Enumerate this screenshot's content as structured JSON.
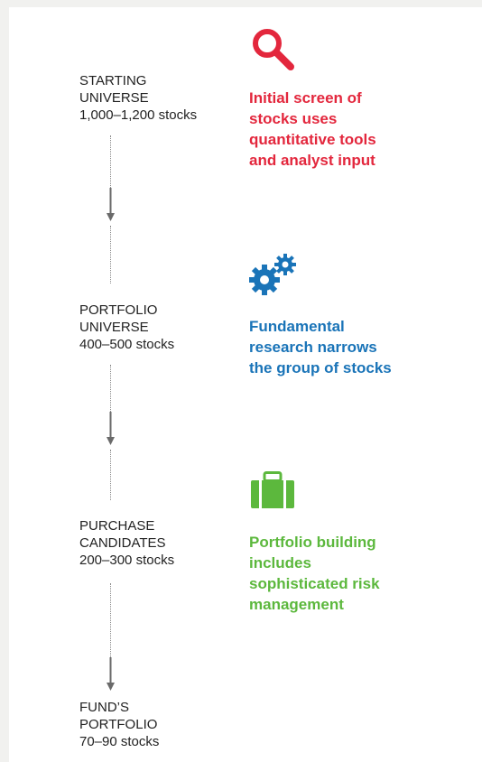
{
  "colors": {
    "red": "#e3273d",
    "blue": "#1a74b8",
    "green": "#5cb83d",
    "text": "#222222",
    "connector": "#6a6a6a"
  },
  "stages": [
    {
      "lines": [
        "STARTING",
        "UNIVERSE",
        "1,000–1,200 stocks"
      ]
    },
    {
      "lines": [
        "PORTFOLIO",
        "UNIVERSE",
        "400–500 stocks"
      ]
    },
    {
      "lines": [
        "PURCHASE",
        "CANDIDATES",
        "200–300 stocks"
      ]
    },
    {
      "lines": [
        "FUND’S",
        "PORTFOLIO",
        "70–90 stocks"
      ]
    }
  ],
  "steps": [
    {
      "icon": "magnifier-icon",
      "lines": [
        "Initial screen of",
        "stocks uses",
        "quantitative tools",
        "and analyst input"
      ]
    },
    {
      "icon": "gears-icon",
      "lines": [
        "Fundamental",
        "research narrows",
        "the group of stocks"
      ]
    },
    {
      "icon": "briefcase-icon",
      "lines": [
        "Portfolio building",
        "includes",
        "sophisticated risk",
        "management"
      ]
    }
  ]
}
